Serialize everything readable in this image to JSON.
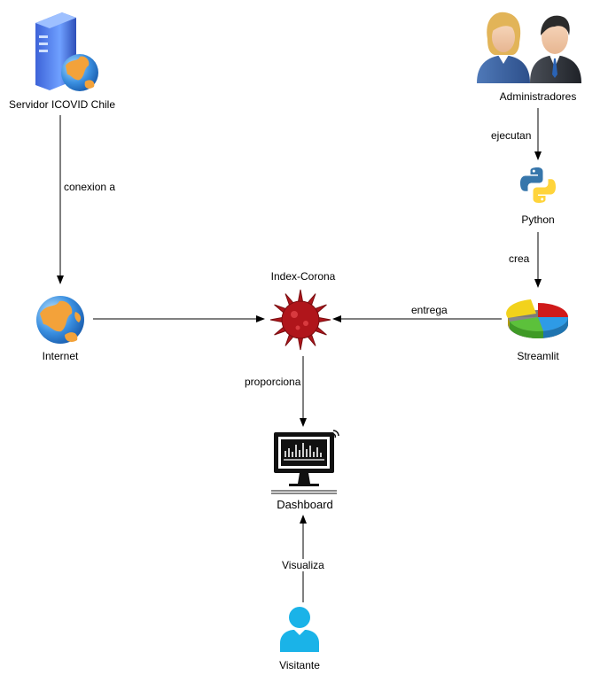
{
  "nodes": {
    "servidor": {
      "label": "Servidor ICOVID Chile",
      "icon": "server-globe-icon"
    },
    "internet": {
      "label": "Internet",
      "icon": "globe-icon"
    },
    "index_corona": {
      "label": "Index-Corona",
      "icon": "virus-icon"
    },
    "dashboard": {
      "label": "Dashboard",
      "icon": "monitor-chart-icon"
    },
    "visitante": {
      "label": "Visitante",
      "icon": "user-icon"
    },
    "administradores": {
      "label": "Administradores",
      "icon": "people-icon"
    },
    "python": {
      "label": "Python",
      "icon": "python-logo-icon"
    },
    "streamlit": {
      "label": "Streamlit",
      "icon": "pie-chart-icon"
    }
  },
  "edges": {
    "conexion": "conexion a",
    "ejecutan": "ejecutan",
    "crea": "crea",
    "entrega": "entrega",
    "proporciona": "proporciona",
    "visualiza": "Visualiza"
  },
  "colors": {
    "virus": "#b0151b",
    "user": "#1ab3e8",
    "python_blue": "#3776ab",
    "python_yellow": "#ffd43b"
  }
}
